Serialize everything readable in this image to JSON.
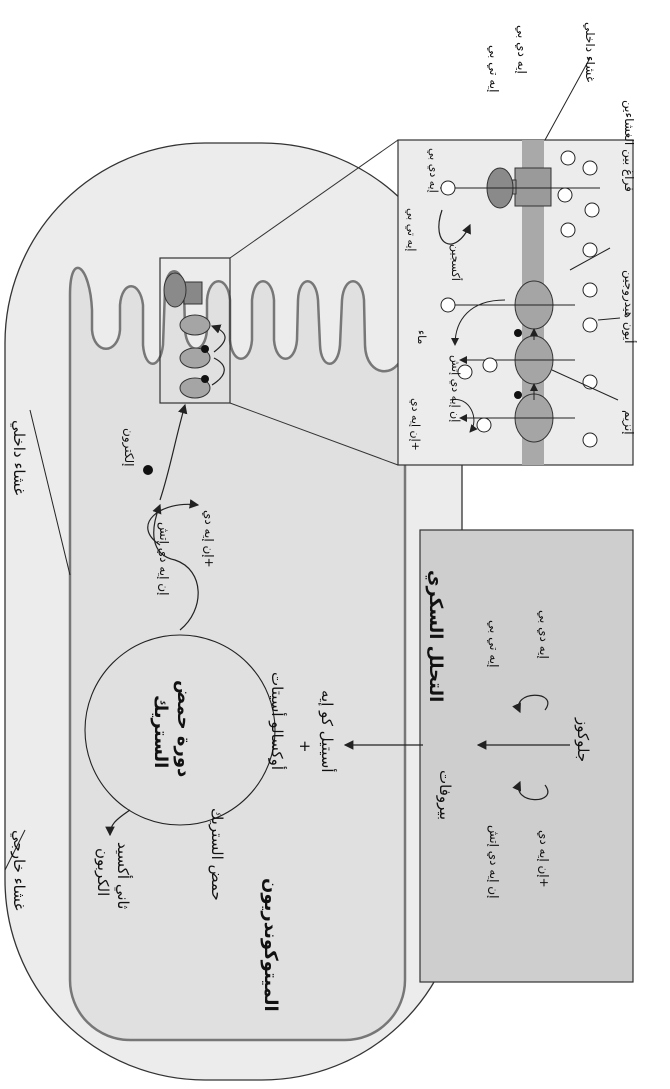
{
  "diagram": {
    "inner_membrane_label": "غشاء داخلي",
    "outer_membrane_label": "غشاء خارجي",
    "mitochondrion_label": "الميتوكوندريون",
    "glycolysis": {
      "title": "التحلل السكري",
      "glucose": "جلوكوز",
      "adp_1": "إيه دي بي",
      "atp_1": "إيه تي بي",
      "nad_1": "إن إيه دي+",
      "nadh_1": "إن إيه دي إتش",
      "pyruvate": "بيروفات"
    },
    "krebs": {
      "title_line1": "دورة حمض",
      "title_line2": "الستريك",
      "acetyl_coa": "أسيتيل كو إيه",
      "plus": "+",
      "oxaloacetate": "أوكسالو أسيتات",
      "citric_acid": "حمض الستريك",
      "co2_line1": "ثاني أكسيد",
      "co2_line2": "الكربون",
      "nadh": "إن إيه دي إتش",
      "nad": "إن إيه دي+",
      "electron": "إلكترون"
    },
    "inset": {
      "inner_membrane": "غشاء داخلي",
      "adp": "إيه دي بي",
      "atp": "إيه تي بي",
      "intermembrane_space": "فراغ بين الغشاءين",
      "hydrogen_ion": "أيون هيدروجين",
      "enzyme": "إنزيم",
      "oxygen": "أكسجين",
      "water": "ماء",
      "nadh": "إن إيه دي إتش",
      "nad": "إن إيه دي+",
      "adp_inner": "إيه دي بي",
      "atp_inner": "إيه تي بي"
    }
  }
}
